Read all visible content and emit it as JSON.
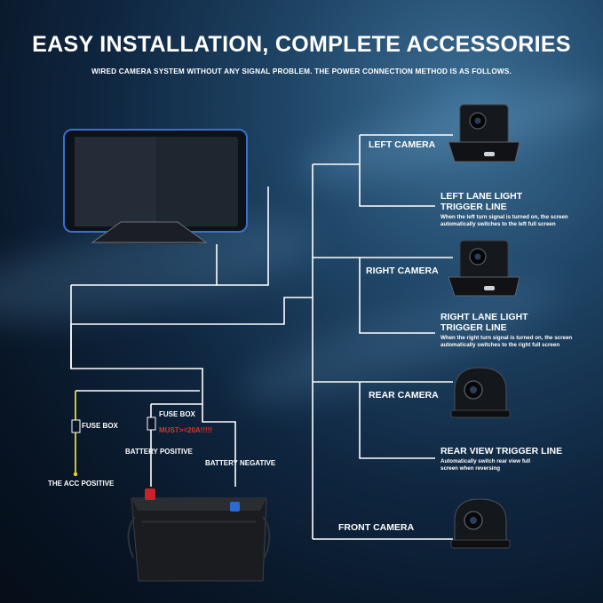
{
  "header": {
    "title": "EASY INSTALLATION, COMPLETE ACCESSORIES",
    "subtitle": "WIRED CAMERA SYSTEM WITHOUT ANY SIGNAL PROBLEM. THE POWER CONNECTION METHOD IS AS FOLLOWS."
  },
  "outputs": {
    "left_camera": "LEFT CAMERA",
    "left_lane": {
      "title_line1": "LEFT LANE LIGHT",
      "title_line2": "TRIGGER LINE",
      "note_line1": "When the left turn signal is turned on, the screen",
      "note_line2": "automatically switches to the left full screen"
    },
    "right_camera": "RIGHT CAMERA",
    "right_lane": {
      "title_line1": "RIGHT LANE LIGHT",
      "title_line2": "TRIGGER LINE",
      "note_line1": "When the right turn signal is turned on, the screen",
      "note_line2": "automatically switches to the right full screen"
    },
    "rear_camera": "REAR CAMERA",
    "rear_trigger": {
      "title": "REAR VIEW TRIGGER LINE",
      "note_line1": "Automatically switch rear view full",
      "note_line2": "screen when reversing"
    },
    "front_camera": "FRONT CAMERA"
  },
  "power": {
    "fuse_box_left": "FUSE BOX",
    "fuse_box_right": "FUSE BOX",
    "must": "MUST>=20A!!!!!",
    "battery_positive": "BATTERY POSITIVE",
    "battery_negative": "BATTERY NEGATIVE",
    "acc_positive": "THE ACC POSITIVE"
  },
  "colors": {
    "wire": "#ffffff",
    "acc_wire": "#e8d23a",
    "warning": "#e0312b"
  }
}
